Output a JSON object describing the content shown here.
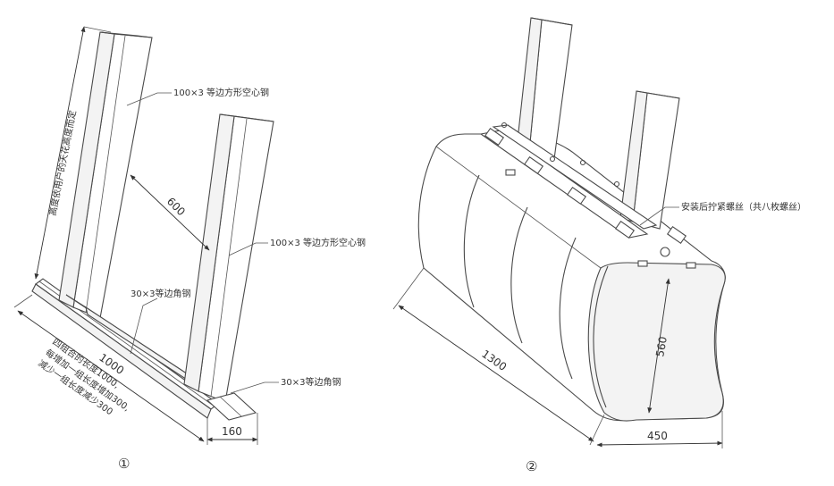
{
  "figure1": {
    "number": "①",
    "labels": {
      "tube_upper": "100×3 等边方形空心钢",
      "tube_right": "100×3 等边方形空心钢",
      "angle_mid": "30×3等边角钢",
      "angle_bottom": "30×3等边角钢",
      "height_note": "高度依用户的天花高度而定"
    },
    "dims": {
      "spacing": "600",
      "length": "1000",
      "width": "160",
      "note_line1": "四组合的长度1000,",
      "note_line2": "每增加一组长度增加300,",
      "note_line3": "减少一组长度减少300"
    }
  },
  "figure2": {
    "number": "②",
    "labels": {
      "screws": "安装后拧紧螺丝（共八枚螺丝）"
    },
    "dims": {
      "length": "1300",
      "height": "560",
      "width": "450"
    }
  }
}
